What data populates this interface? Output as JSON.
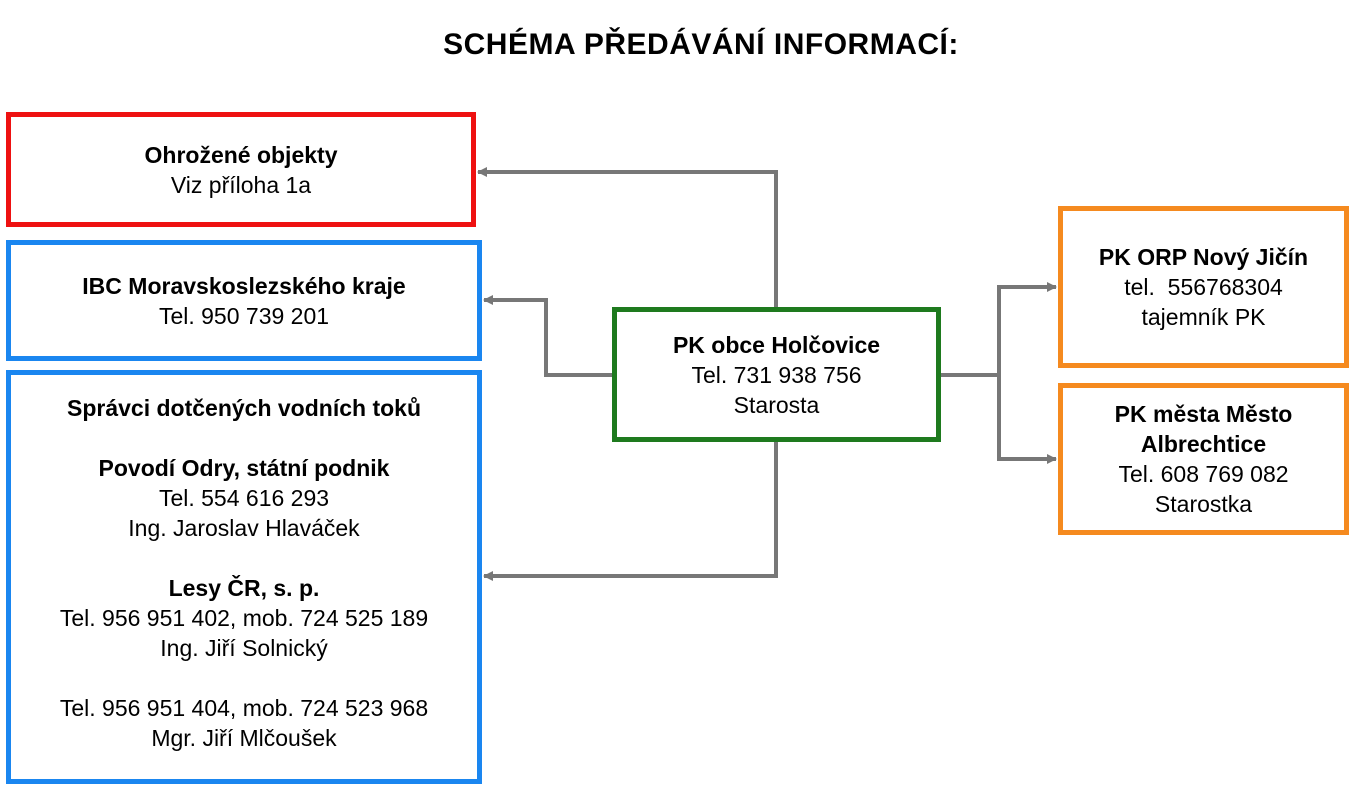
{
  "title": "SCHÉMA PŘEDÁVÁNÍ INFORMACÍ:",
  "colors": {
    "red_border": "#ee1111",
    "blue_border": "#1a86f0",
    "green_border": "#1e7a1e",
    "orange_border": "#f58a1f",
    "connector": "#777777"
  },
  "nodes": {
    "threatened": {
      "heading": "Ohrožené objekty",
      "line1": "Viz příloha 1a"
    },
    "ibc": {
      "heading": "IBC Moravskoslezského kraje",
      "line1": "Tel. 950 739 201"
    },
    "managers": {
      "heading": "Správci dotčených vodních toků",
      "povodi": {
        "name": "Povodí Odry, státní podnik",
        "tel": "Tel. 554 616 293",
        "person": "Ing. Jaroslav Hlaváček"
      },
      "lesy": {
        "name": "Lesy ČR, s. p.",
        "tel1": "Tel. 956 951 402, mob. 724 525 189",
        "person1": "Ing. Jiří Solnický",
        "tel2": "Tel. 956 951 404, mob. 724 523 968",
        "person2": "Mgr. Jiří Mlčoušek"
      }
    },
    "pk_obce": {
      "heading": "PK obce Holčovice",
      "line1": "Tel. 731 938 756",
      "line2": "Starosta"
    },
    "pk_orp": {
      "heading": "PK ORP Nový Jičín",
      "line1": "tel.  556768304",
      "line2": "tajemník PK"
    },
    "pk_mesta": {
      "heading1": "PK města Město",
      "heading2": "Albrechtice",
      "line1": "Tel. 608 769 082",
      "line2": "Starostka"
    }
  }
}
